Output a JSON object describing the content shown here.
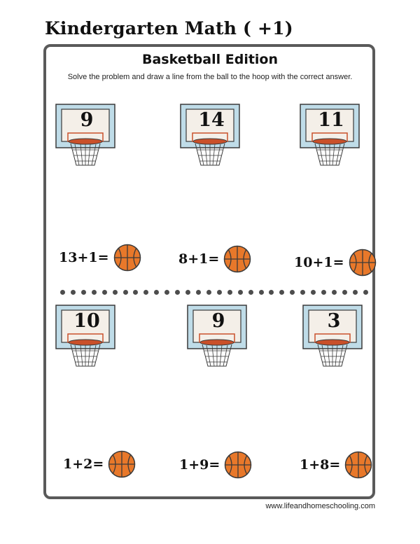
{
  "worksheet": {
    "title": "Kindergarten Math ( +1)",
    "subtitle": "Basketball Edition",
    "instructions": "Solve the problem and draw a line from the ball to the hoop with the correct answer."
  },
  "section_top": {
    "hoops": [
      "9",
      "14",
      "11"
    ],
    "problems": [
      "13+1=",
      "8+1=",
      "10+1="
    ]
  },
  "section_bottom": {
    "hoops": [
      "10",
      "9",
      "3"
    ],
    "problems": [
      "1+2=",
      "1+9=",
      "1+8="
    ]
  },
  "footer": {
    "website": "www.lifeandhomeschooling.com"
  },
  "colors": {
    "ball": "#e8782a",
    "rim": "#c9502a",
    "backboard_frame": "#bfdce8",
    "backboard_inner": "#f4efe8",
    "frame_border": "#5a5a5a"
  },
  "icons": {
    "hoop": "basketball-hoop-icon",
    "ball": "basketball-icon"
  }
}
